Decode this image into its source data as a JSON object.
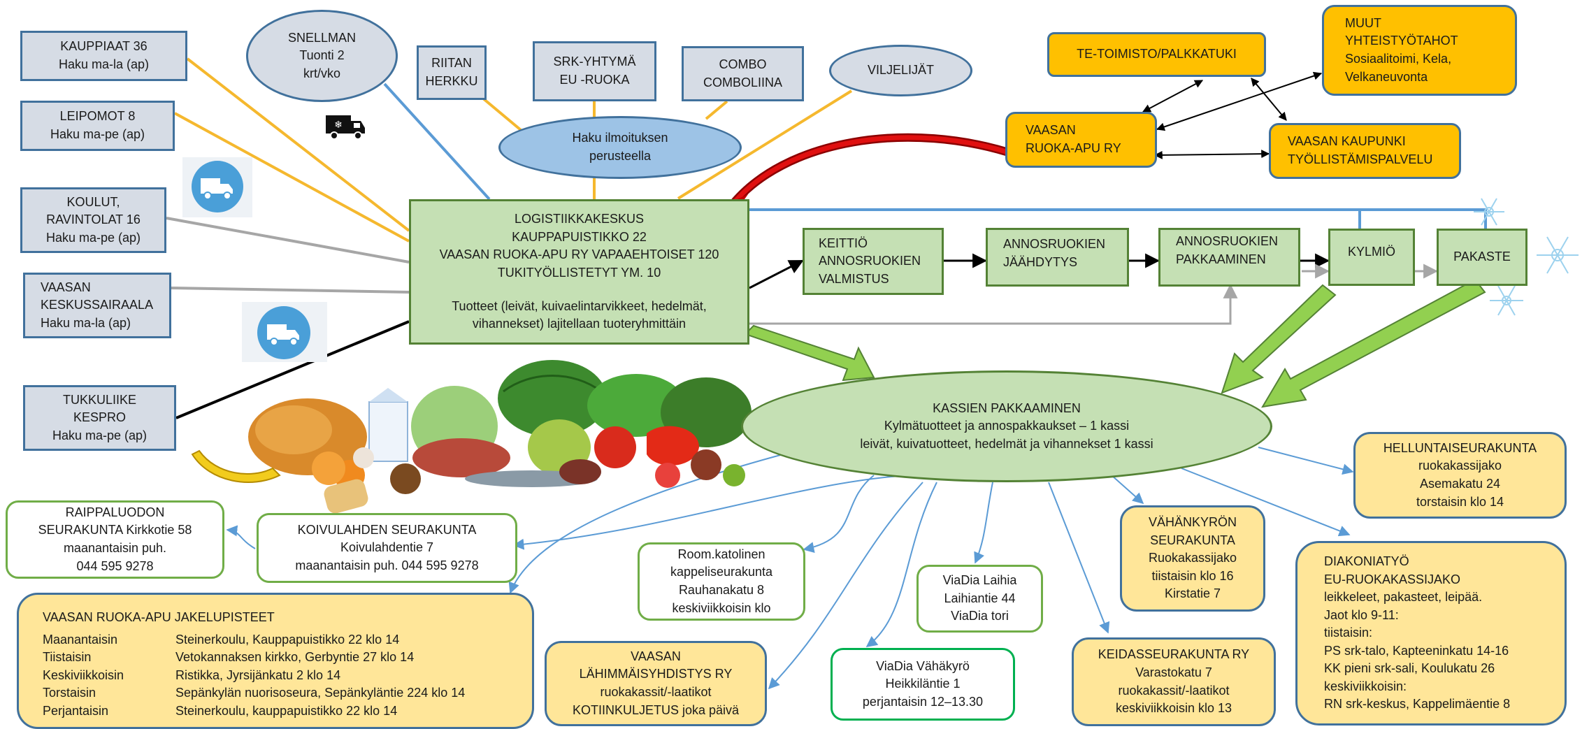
{
  "suppliers": {
    "kauppiaat": [
      "KAUPPIAAT 36",
      "Haku ma-la (ap)"
    ],
    "leipomot": [
      "LEIPOMOT 8",
      "Haku ma-pe (ap)"
    ],
    "koulut": [
      "KOULUT,",
      "RAVINTOLAT 16",
      "Haku ma-pe (ap)"
    ],
    "sairaala": [
      "VAASAN",
      "KESKUSSAIRAALA",
      "Haku ma-la (ap)"
    ],
    "tukkuliike": [
      "TUKKULIIKE",
      "KESPRO",
      "Haku ma-pe (ap)"
    ],
    "snellman": [
      "SNELLMAN",
      "Tuonti 2",
      "krt/vko"
    ],
    "riitan": [
      "RIITAN",
      "HERKKU"
    ],
    "srk": [
      "SRK-YHTYMÄ",
      "EU -RUOKA"
    ],
    "combo": [
      "COMBO",
      "COMBOLIINA"
    ],
    "viljelijat": [
      "VILJELIJÄT"
    ]
  },
  "haku": [
    "Haku ilmoituksen",
    "perusteella"
  ],
  "logistiikka": [
    "LOGISTIIKKAKESKUS",
    "KAUPPAPUISTIKKO 22",
    "VAASAN RUOKA-APU RY VAPAAEHTOISET 120",
    "TUKITYÖLLISTETYT YM. 10",
    "",
    "Tuotteet (leivät, kuivaelintarvikkeet, hedelmät,",
    "vihannekset) lajitellaan tuoteryhmittäin"
  ],
  "partners": {
    "te": [
      "TE-TOIMISTO/PALKKATUKI"
    ],
    "muut": [
      "MUUT",
      "YHTEISTYÖTAHOT",
      "Sosiaalitoimi, Kela,",
      "Velkaneuvonta"
    ],
    "ruokaapu": [
      "VAASAN",
      "RUOKA-APU RY"
    ],
    "kaupunki": [
      "VAASAN KAUPUNKI",
      "TYÖLLISTÄMISPALVELU"
    ]
  },
  "process": {
    "keittio": [
      "KEITTIÖ",
      "ANNOSRUOKIEN",
      "VALMISTUS"
    ],
    "jaahdytys": [
      "ANNOSRUOKIEN",
      "JÄÄHDYTYS"
    ],
    "pakkaaminen": [
      "ANNOSRUOKIEN",
      "PAKKAAMINEN"
    ],
    "kylmio": [
      "KYLMIÖ"
    ],
    "pakaste": [
      "PAKASTE"
    ]
  },
  "kassien": [
    "KASSIEN PAKKAAMINEN",
    "Kylmätuotteet ja annospakkaukset – 1 kassi",
    "leivät, kuivatuotteet, hedelmät ja vihannekset 1 kassi"
  ],
  "distribution": {
    "raippaluodon": [
      "RAIPPALUODON",
      "SEURAKUNTA Kirkkotie 58",
      "maanantaisin puh.",
      "044 595 9278"
    ],
    "koivulahden": [
      "KOIVULAHDEN SEURAKUNTA",
      "Koivulahdentie 7",
      "maanantaisin puh. 044 595 9278"
    ],
    "room": [
      "Room.katolinen",
      "kappeliseurakunta",
      "Rauhanakatu 8",
      "keskiviikkoisin klo"
    ],
    "viadia_laihia": [
      "ViaDia Laihia",
      "Laihiantie 44",
      "ViaDia tori"
    ],
    "viadia_vahakyro": [
      "ViaDia Vähäkyrö",
      "Heikkiläntie 1",
      "perjantaisin 12–13.30"
    ],
    "vahankyron": [
      "VÄHÄNKYRÖN",
      "SEURAKUNTA",
      "Ruokakassijako",
      "tiistaisin klo 16",
      "Kirstatie 7"
    ],
    "helluntai": [
      "HELLUNTAISEURAKUNTA",
      "ruokakassijako",
      "Asemakatu 24",
      "torstaisin klo 14"
    ],
    "lahimmaisyhdistys": [
      "VAASAN",
      "LÄHIMMÄISYHDISTYS RY",
      "ruokakassit/-laatikot",
      "KOTIINKULJETUS joka päivä"
    ],
    "keidas": [
      "KEIDASSEURAKUNTA RY",
      "Varastokatu 7",
      "ruokakassit/-laatikot",
      "keskiviikkoisin klo 13"
    ],
    "diakonia": [
      "DIAKONIATYÖ",
      "EU-RUOKAKASSIJAKO",
      "leikkeleet, pakasteet, leipää.",
      "Jaot klo 9-11:",
      "tiistaisin:",
      "PS srk-talo, Kapteeninkatu 14-16",
      "KK pieni srk-sali, Koulukatu 26",
      "keskiviikkoisin:",
      "RN srk-keskus, Kappelimäentie 8"
    ]
  },
  "jakelu": {
    "title": "VAASAN RUOKA-APU JAKELUPISTEET",
    "rows": [
      [
        "Maanantaisin",
        "Steinerkoulu, Kauppapuistikko 22 klo 14"
      ],
      [
        "Tiistaisin",
        "Vetokannaksen kirkko, Gerbyntie 27 klo 14"
      ],
      [
        "Keskiviikkoisin",
        "Ristikka, Jyrsijänkatu 2 klo 14"
      ],
      [
        "Torstaisin",
        "Sepänkylän nuorisoseura, Sepänkyläntie 224 klo 14"
      ],
      [
        "Perjantaisin",
        "Steinerkoulu, kauppapuistikko 22 klo 14"
      ]
    ]
  },
  "icons": {
    "truck": "truck-icon",
    "refrigerated_truck": "refrigerated-truck-icon",
    "snowflake": "snowflake-icon",
    "produce": "food-produce-illustration"
  },
  "colors": {
    "gray_fill": "#d6dce5",
    "gray_border": "#41719c",
    "green_fill": "#c5e0b4",
    "green_border": "#548235",
    "orange_fill": "#ffc000",
    "yellow_fill": "#ffe699",
    "blue_ellipse": "#9dc3e6",
    "accent_green_arrow": "#92d050",
    "supplier_line_yellow": "#f5b82e",
    "red_arrow": "#c00000",
    "connector_blue": "#5b9bd5"
  }
}
